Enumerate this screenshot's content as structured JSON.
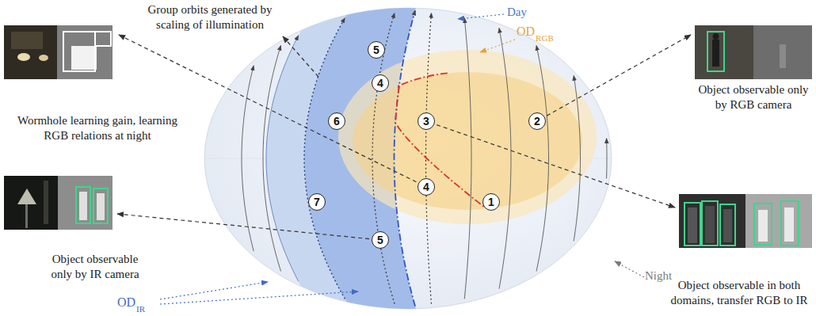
{
  "diagram": {
    "nodes": [
      {
        "text": [
          "5"
        ]
      },
      {
        "text": [
          "4"
        ]
      },
      {
        "text": [
          "6"
        ]
      },
      {
        "text": [
          "3"
        ]
      },
      {
        "text": [
          "2"
        ]
      },
      {
        "text": [
          "4"
        ]
      },
      {
        "text": [
          "7"
        ]
      },
      {
        "text": [
          "1"
        ]
      },
      {
        "text": [
          "5"
        ]
      }
    ],
    "labels": [
      "Group orbits generated by scaling of illumination",
      "Day",
      "OD",
      "RGB",
      "Wormhole learning gain, learning RGB relations at night",
      "Object observable only by RGB camera",
      "Object observable only by IR camera",
      "Object observable in both domains, transfer RGB to IR",
      "Night",
      "OD",
      "IR"
    ]
  }
}
